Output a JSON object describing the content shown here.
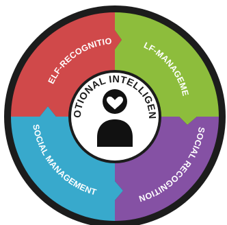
{
  "diagram": {
    "center_label": "EMOTIONAL INTELLIGENCE",
    "center_icon": "person-heart-icon",
    "segments": [
      {
        "label": "SELF-RECOGNITION",
        "color": "#d0494a"
      },
      {
        "label": "SELF-MANAGEMENT",
        "color": "#8dbd3c"
      },
      {
        "label": "SOCIAL RECOGNITION",
        "color": "#8551a4"
      },
      {
        "label": "SOCIAL MANAGEMENT",
        "color": "#38a9cc"
      }
    ],
    "colors": {
      "outer_ring": "#1c1c1c",
      "center_fill": "#ffffff",
      "icon": "#111111"
    }
  }
}
